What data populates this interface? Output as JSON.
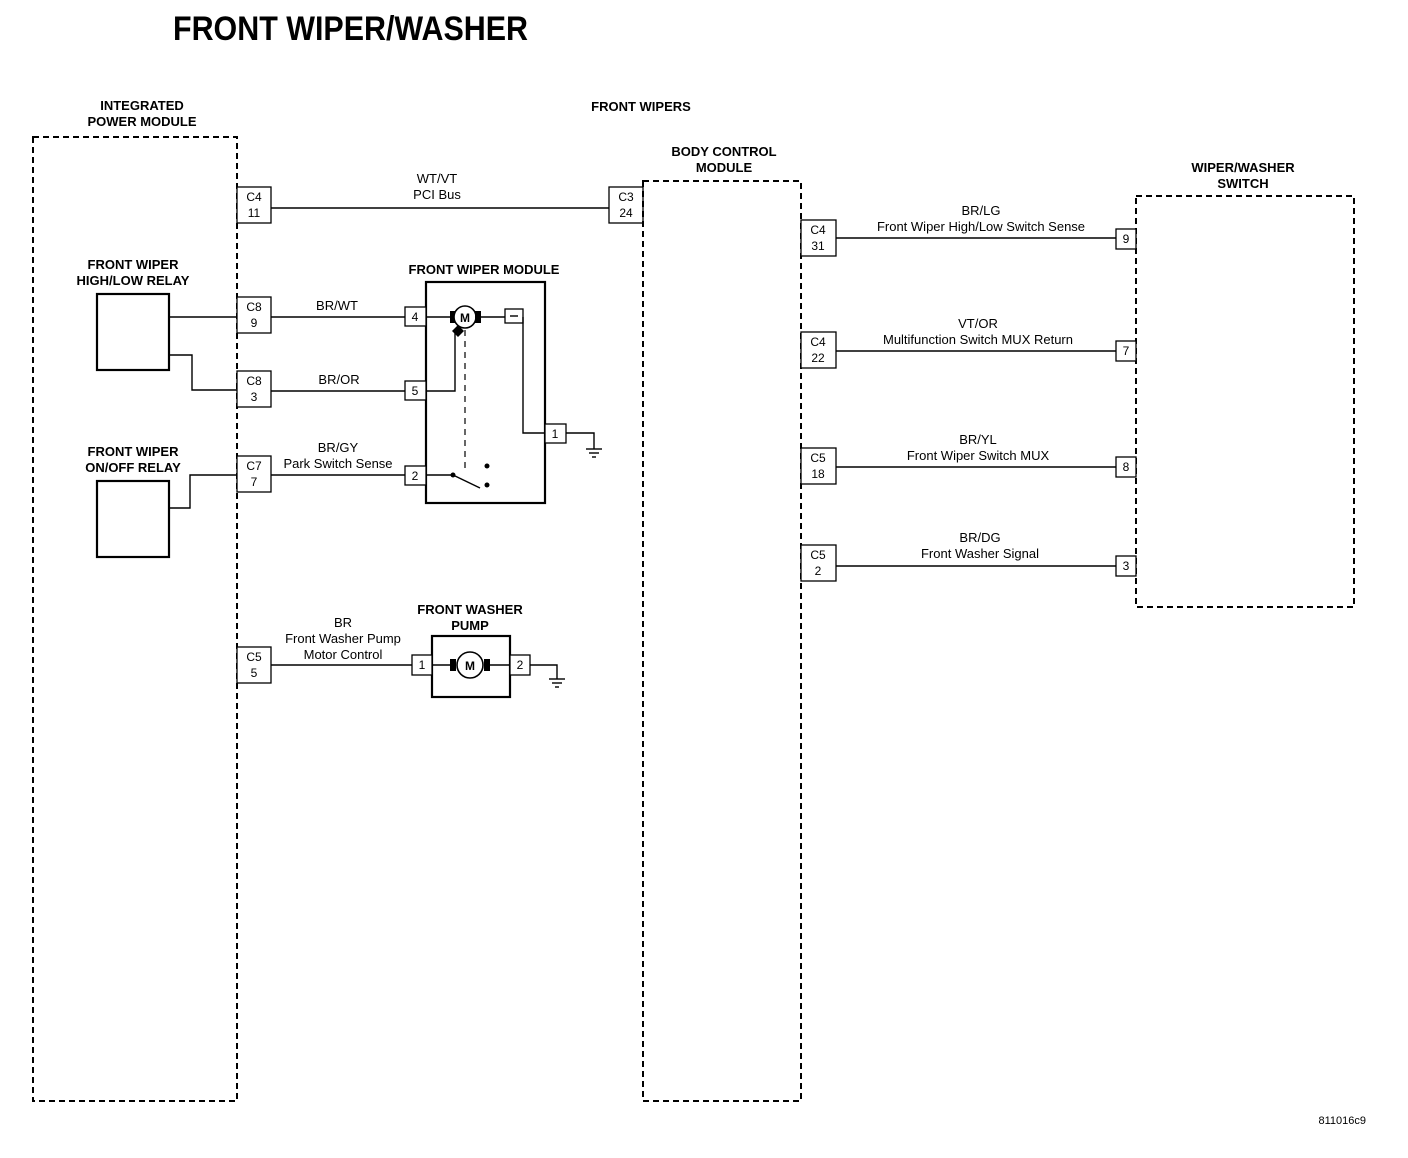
{
  "title": "FRONT WIPER/WASHER",
  "section_label": "FRONT WIPERS",
  "figure_id": "811016c9",
  "modules": {
    "ipm": {
      "line1": "INTEGRATED",
      "line2": "POWER MODULE"
    },
    "bcm": {
      "line1": "BODY CONTROL",
      "line2": "MODULE"
    },
    "switch": {
      "line1": "WIPER/WASHER",
      "line2": "SWITCH"
    },
    "wiper_module": {
      "label": "FRONT WIPER MODULE"
    },
    "washer_pump": {
      "line1": "FRONT WASHER",
      "line2": "PUMP"
    },
    "hi_lo_relay": {
      "line1": "FRONT WIPER",
      "line2": "HIGH/LOW RELAY"
    },
    "on_off_relay": {
      "line1": "FRONT WIPER",
      "line2": "ON/OFF RELAY"
    }
  },
  "motor_symbol": "M",
  "ipm_connectors": [
    {
      "conn": "C4",
      "pin": "11"
    },
    {
      "conn": "C8",
      "pin": "9"
    },
    {
      "conn": "C8",
      "pin": "3"
    },
    {
      "conn": "C7",
      "pin": "7"
    },
    {
      "conn": "C5",
      "pin": "5"
    }
  ],
  "bcm_left_connector": {
    "conn": "C3",
    "pin": "24"
  },
  "bcm_right_connectors": [
    {
      "conn": "C4",
      "pin": "31"
    },
    {
      "conn": "C4",
      "pin": "22"
    },
    {
      "conn": "C5",
      "pin": "18"
    },
    {
      "conn": "C5",
      "pin": "2"
    }
  ],
  "wiper_module_pins": [
    "4",
    "5",
    "2",
    "1"
  ],
  "washer_pump_pins": [
    "1",
    "2"
  ],
  "switch_pins": [
    "9",
    "7",
    "8",
    "3"
  ],
  "wires": {
    "pci": {
      "color": "WT/VT",
      "name": "PCI Bus"
    },
    "brwt": {
      "color": "BR/WT"
    },
    "bror": {
      "color": "BR/OR"
    },
    "brgy": {
      "color": "BR/GY",
      "name": "Park Switch Sense"
    },
    "br": {
      "color": "BR",
      "name1": "Front Washer Pump",
      "name2": "Motor Control"
    },
    "brlg": {
      "color": "BR/LG",
      "name": "Front Wiper High/Low Switch Sense"
    },
    "vtor": {
      "color": "VT/OR",
      "name": "Multifunction Switch MUX Return"
    },
    "bryl": {
      "color": "BR/YL",
      "name": "Front Wiper Switch MUX"
    },
    "brdg": {
      "color": "BR/DG",
      "name": "Front Washer Signal"
    }
  }
}
